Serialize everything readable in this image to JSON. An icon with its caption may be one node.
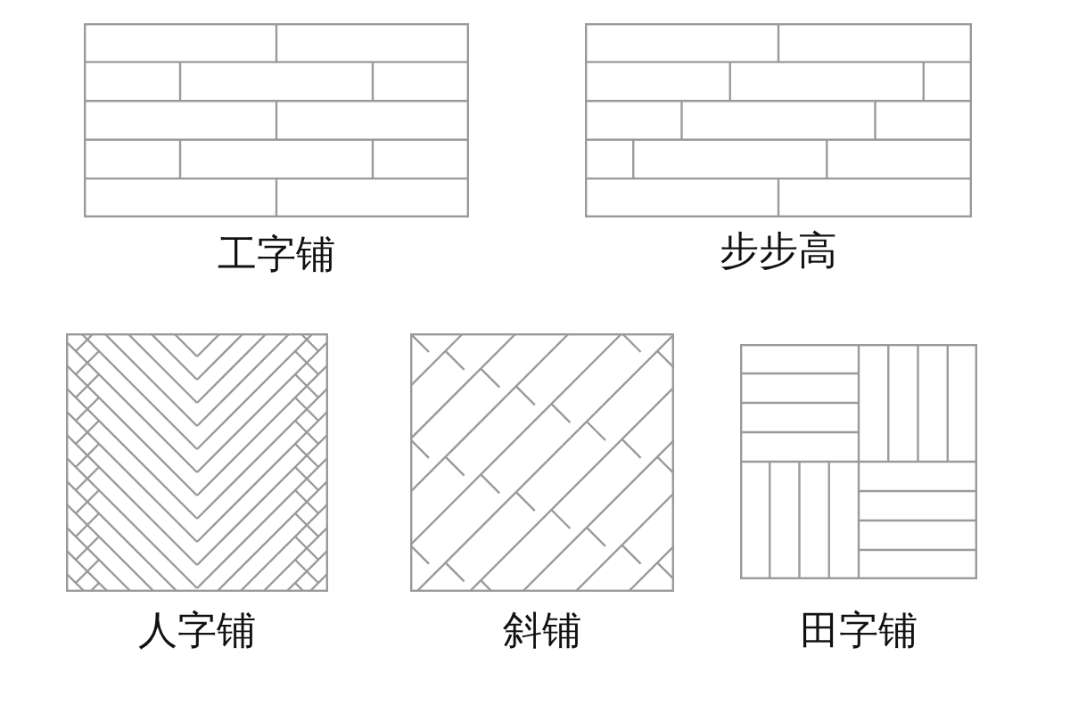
{
  "diagram": {
    "nodes": [
      {
        "text": [
          "工字铺"
        ]
      },
      {
        "text": [
          "步步高"
        ]
      },
      {
        "text": [
          "人字铺"
        ]
      },
      {
        "text": [
          "斜铺"
        ]
      },
      {
        "text": [
          "田字铺"
        ]
      }
    ]
  }
}
